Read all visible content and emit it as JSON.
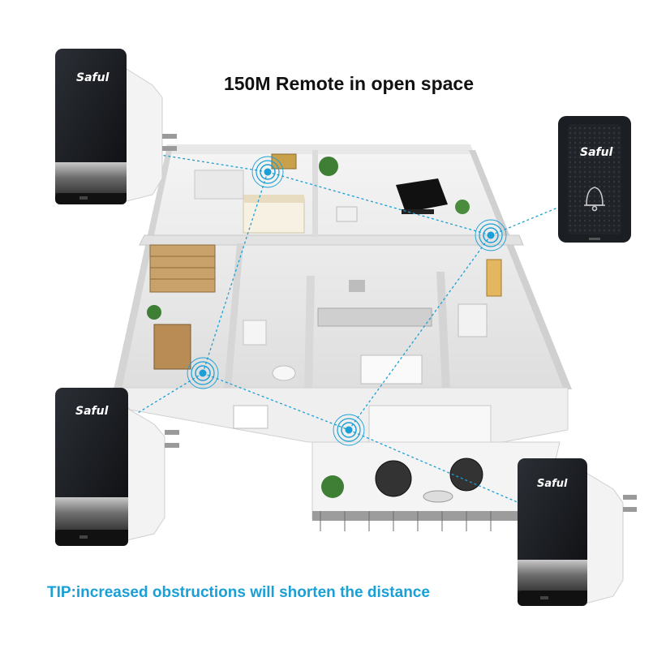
{
  "headline": "150M Remote in open space",
  "tip": "TIP:increased obstructions will shorten the distance",
  "brand": "Saful",
  "colors": {
    "signal": "#1a9fd6",
    "device_body": "#111418",
    "device_plug": "#f2f2f2",
    "floor": "#ececec",
    "wall": "#d9d9d9"
  },
  "icons": [
    "doorbell-receiver-icon",
    "doorbell-push-button-icon",
    "bell-icon",
    "wireless-signal-icon"
  ]
}
